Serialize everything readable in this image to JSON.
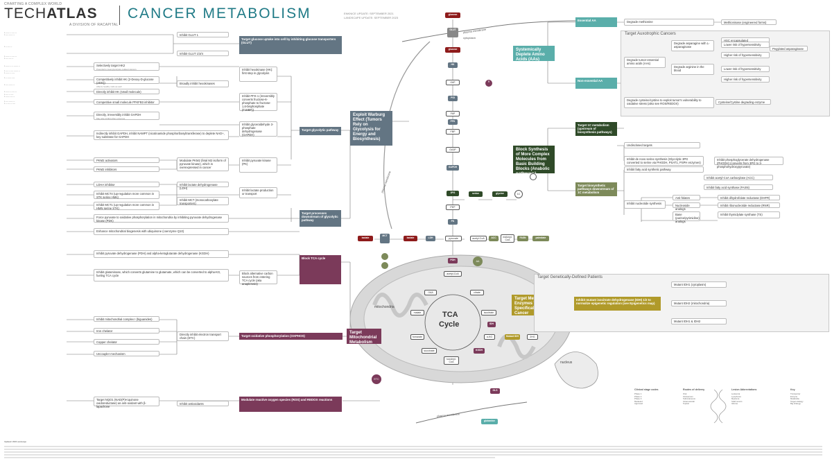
{
  "header": {
    "tagline": "CHARTING A COMPLEX WORLD",
    "brand_a": "TECH",
    "brand_b": "ATLAS",
    "division": "A DIVISION OF RACAPITAL",
    "title": "CANCER METABOLISM",
    "edition_1": "ENKNICE UPDATE: SEPTEMBER 2021",
    "edition_2": "LANDSCAPE UPDATE: SEPTEMBER 2023"
  },
  "colors": {
    "teal": "#5aaeaa",
    "slate": "#637583",
    "plum": "#7b3a5a",
    "green": "#2f4a28",
    "olive": "#7d8a5a",
    "gold": "#b09a2a",
    "red": "#8e1b1b"
  },
  "left_boxes": [
    {
      "label": "Inhibit GLUT 1",
      "sub": ""
    },
    {
      "label": "Inhibit GLUT 1/3/4",
      "sub": ""
    },
    {
      "label": "Selectively target HK2",
      "sub": "Potential to treat glycolysis–related cancers"
    },
    {
      "label": "Competitively inhibit HK (2-Deoxy-D-glucose (2DG))",
      "sub": "Affects healthy cells as well"
    },
    {
      "label": "Directly inhibit HK (small molecule)",
      "sub": ""
    },
    {
      "label": "Competitive small molecule PFKFB3 inhibitor",
      "sub": ""
    },
    {
      "label": "Directly, irreversibly inhibit GAPDH",
      "sub": "May also inhibit other enzymes"
    },
    {
      "label": "Indirectly inhibit GAPDH, inhibit NAMPT (nicotinamide phosphoribosyltransferase) to deplete NAD+, key substrate for GAPDH",
      "sub": ""
    },
    {
      "label": "PKM2 activators",
      "sub": ""
    },
    {
      "label": "PKM2 inhibitors",
      "sub": ""
    },
    {
      "label": "LDHA inhibitor",
      "sub": ""
    },
    {
      "label": "Inhibit MCT4 (up-regulation more common in STK serine HMs)",
      "sub": ""
    },
    {
      "label": "Inhibit MCT1 (up-regulation more common in HMN serine STK)",
      "sub": ""
    },
    {
      "label": "Force pyruvate to oxidative phosphorylation in mitochondria by inhibiting pyruvate dehydrogenase kinase (PDK)",
      "sub": ""
    },
    {
      "label": "Enhance mitochondrial biogenesis with ubiquinone (coenzyme Q10)",
      "sub": ""
    },
    {
      "label": "Inhibit pyruvate dehydrogenase (PDH) and alpha-ketoglutarate dehydrogenase (KGDH)",
      "sub": ""
    },
    {
      "label": "Inhibit glutaminase, which converts glutamine to glutamate, which can be converted to alpha-KG, fueling TCA cycle",
      "sub": ""
    },
    {
      "label": "Inhibit mitochondrial complex I (biguanides)",
      "sub": ""
    },
    {
      "label": "Iron chelator",
      "sub": ""
    },
    {
      "label": "Copper chelator",
      "sub": ""
    },
    {
      "label": "Uncoupler mechanism",
      "sub": ""
    },
    {
      "label": "Target NQO1 (NAD(P)H:quinone oxidoreductase) as anti-oxidant with β-lapachone",
      "sub": ""
    }
  ],
  "mid_boxes": [
    {
      "label": "Inhibit hexokinase (HK): first step in glycolysis"
    },
    {
      "label": "Broadly inhibit hexokinases"
    },
    {
      "label": "Inhibit PFK-1 (irreversibly converts fructose-6-phosphate to fructose-1,6-bisphosphate (F16BP))"
    },
    {
      "label": "Inhibit glyceraldehyde 3-phosphate dehydrogenase (GAPDH)"
    },
    {
      "label": "Modulate PKM2 (fetal M2 isoform of pyruvate kinase), which is overexpressed in cancer"
    },
    {
      "label": "Inhibit pyruvate kinase (PK)"
    },
    {
      "label": "Inhibit lactate dehydrogenase (LDH)"
    },
    {
      "label": "Inhibit lactate production or transport"
    },
    {
      "label": "Inhibit MCT (monocarboxylate transporters)"
    },
    {
      "label": "Block alternative carbon sources from entering TCA cycle (aka anaplerosis)"
    },
    {
      "label": "Directly inhibit electron transport chain (ETC)"
    },
    {
      "label": "Inhibit antioxidants"
    }
  ],
  "targets": [
    {
      "label": "Target glucose uptake into cell by inhibiting glucose transporters (GLUT)"
    },
    {
      "label": "Target glycolytic pathway"
    },
    {
      "label": "Target processes downstream of glycolytic pathway"
    },
    {
      "label": "Block TCA cycle"
    },
    {
      "label": "Target oxidative phosphorylation (OXPHOS)"
    },
    {
      "label": "Modulate reactive oxygen species (ROS) and REDOX reactions"
    }
  ],
  "bigs": {
    "warburg": "Exploit Warburg Effect (Tumors Rely on Glycolysis for Energy and Biosynthesis)",
    "mito": "Target Mitochondrial Metabolism",
    "deplete": "Systemically Deplete Amino Acids (AAs)",
    "anabolic": "Block Synthesis of More Complex Molecules from Basic Building Blocks (Anabolic pathways)",
    "genetic": "Target Metabolic Enzymes That Are Specifically Mutated in Cancer"
  },
  "right": {
    "essential": "Essential AA",
    "nonessential": "Non-essential AA",
    "degrade_methionine": "Degrade methionine",
    "methioninase": "Methioninase (engineered forms)",
    "auxotrophic_title": "Target Auxotrophic Cancers",
    "degrade_nonessential": "Degrade tumor-essential amino acids (AAs)",
    "asparagine": "Degrade asparagine with L-asparaginase",
    "arginine": "Degrade arginine in the blood",
    "hsc": "HSC encapsulated",
    "low_risk": "Lower risk of hypersensitivity",
    "higher_risk": "Higher risk of hypersensitivity",
    "pegylated": "Pegylated asparaginase",
    "cysteine": "Degrade cysteine/cystine to exploit tumor's vulnerability to oxidative stress (also see ROS/REDOX)",
    "cystine_enzyme": "Cysteine/Cystine degrading enzyme",
    "target_1c": "Target 1C metabolism (upstream of biosynthesis pathways)",
    "undisclosed": "Undisclosed targets",
    "serine": "Inhibit de novo serine synthesis (Glycolytic 3PG converted to serine via PHGDH, PSAT1, PSPH enzymes)",
    "phgdh": "Inhibit phosphoglycerate dehydrogenase (PHGDH) (converts from 3PG to 3-phosphohydroxypyruvate)",
    "target_bio": "Target biosynthetic pathways downstream of 1C metabolism",
    "fatty": "Inhibit fatty acid synthetic pathway",
    "acc": "Inhibit acetyl-CoA carboxylase (ACC)",
    "fasn": "Inhibit fatty acid synthase (FASN)",
    "nucleotide": "Inhibit nucleotide synthesis",
    "antifolates": "Anti-folates",
    "analogs": "Nucleoside analogs",
    "both": "Base (purine/pyrimidine) analogs",
    "dhf": "Inhibit dihydrofolate reductase (DHFR)",
    "rnr": "Inhibit ribonucleotide reductase (RNR)",
    "ts": "Inhibit thymidylate synthase (TS)",
    "genetic_title": "Target Genetically-Defined Patients",
    "idh_box": "Inhibit mutant isocitrate dehydrogenase (IDH) 1/2 to normalize epigenetic regulation (see Epigenetics map)",
    "idh1": "Mutant IDH1 (cytoplasm)",
    "idh2": "Mutant IDH2 (mitochondria)",
    "idh12": "Mutant IDH1 & IDH2"
  },
  "pathway": {
    "glucose_out": "glucose",
    "glut": "GLUT",
    "glucose_in": "glucose",
    "plasma1": "plasma membrane",
    "cytoplasm": "cytoplasm",
    "hk": "HK",
    "g6p": "G6P",
    "pgi": "PGI",
    "f6p": "F6P",
    "pfk": "PFK",
    "fbp": "FBP",
    "ga3p": "GA3P",
    "gapdh": "GAPDH",
    "pg3": "3PG",
    "serine": "serine",
    "glycine": "glycine",
    "one_c": "1C",
    "pep": "PEP",
    "pk": "PK",
    "pyruvate": "pyruvate",
    "ldh": "LDH",
    "lactate_in": "lactate",
    "mct": "MCT",
    "lactate_out": "lactate",
    "plasma_side": "plasma membrane",
    "acetyl": "acetyl-CoA",
    "acc": "ACC",
    "malonyl": "malonyl-CoA",
    "fasn": "FASN",
    "palmitate": "palmitate",
    "pdh": "PDH",
    "acetyl_mito": "acetyl-CoA",
    "oaa": "OAA",
    "citrate": "citrate",
    "isocitrate": "isocitrate",
    "malate": "malate",
    "fumarate": "fumarate",
    "succinate": "succinate",
    "succoa": "succinyl-CoA",
    "akg": "α-KG",
    "idh": "IDH",
    "kgdh": "KGDH",
    "mutidh": "Mutant IDH",
    "twohg": "2HG",
    "tca": "TCA",
    "cycle": "Cycle",
    "mitochondria": "mitochondria",
    "etc": "ETC",
    "glutamine": "glutamine",
    "gls": "GLS",
    "nucleus": "nucleus",
    "plasma_bottom": "plasma membrane",
    "aa": "AA",
    "r": "R"
  },
  "legend": {
    "col1": "Clinical stage codes",
    "col2": "Routes of delivery",
    "col3": "Lesion Abbreviations",
    "col4": "Key",
    "items1": [
      "Phase 1",
      "Phase 2",
      "Phase 3",
      "Marketed",
      "Approved"
    ],
    "items2": [
      "Oral",
      "Intravenous",
      "Subcutaneous",
      "Intramuscular",
      "Topical"
    ],
    "items3": [
      "Leukemia",
      "Lymphoma",
      "Myeloma",
      "Solid tumors",
      "Glioma"
    ],
    "items4": [
      "Transporter",
      "Enzyme",
      "Metabolite",
      "Target strategy",
      "Big strategy"
    ]
  },
  "footer": {
    "head": "Updated: 2023 Landscape"
  }
}
